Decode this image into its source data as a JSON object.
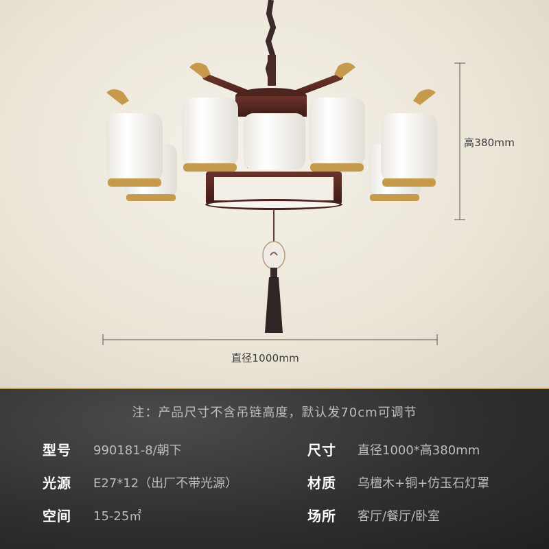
{
  "product": {
    "dimensions": {
      "height_label": "高380mm",
      "width_label": "直径1000mm"
    }
  },
  "info": {
    "note": "注：产品尺寸不含吊链高度，默认发70cm可调节",
    "specs": [
      {
        "key": "型号",
        "value": "990181-8/朝下"
      },
      {
        "key": "尺寸",
        "value": "直径1000*高380mm"
      },
      {
        "key": "光源",
        "value": "E27*12（出厂不带光源）"
      },
      {
        "key": "材质",
        "value": "乌檀木+铜+仿玉石灯罩"
      },
      {
        "key": "空间",
        "value": "15-25㎡"
      },
      {
        "key": "场所",
        "value": "客厅/餐厅/卧室"
      }
    ]
  },
  "colors": {
    "accent_gold": "#c9a05a",
    "wood": "#5a2a22",
    "panel_dark": "#2f3032"
  },
  "icons": [
    "chandelier-illustration",
    "tassel-pendant"
  ]
}
